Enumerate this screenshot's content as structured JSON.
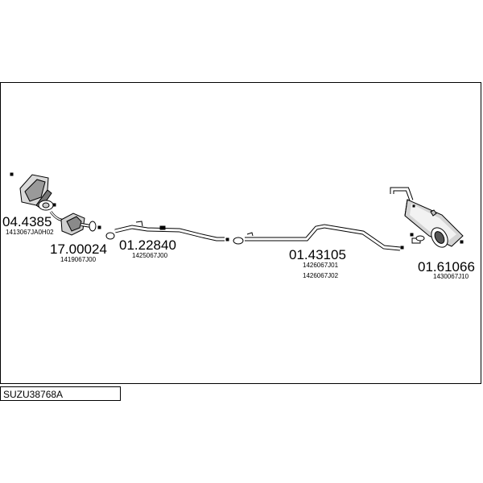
{
  "diagram_code": "SUZU38768A",
  "parts": [
    {
      "code": "04.4385",
      "refs": [
        "1413067JA0H02"
      ]
    },
    {
      "code": "17.00024",
      "refs": [
        "1419067J00"
      ]
    },
    {
      "code": "01.22840",
      "refs": [
        "1425067J00"
      ]
    },
    {
      "code": "01.43105",
      "refs": [
        "1426067J01",
        "1426067J02"
      ]
    },
    {
      "code": "01.61066",
      "refs": [
        "1430067J10"
      ]
    }
  ],
  "colors": {
    "line": "#000000",
    "fill": "#ffffff",
    "shade": "#bfbfbf",
    "dark": "#555555"
  }
}
